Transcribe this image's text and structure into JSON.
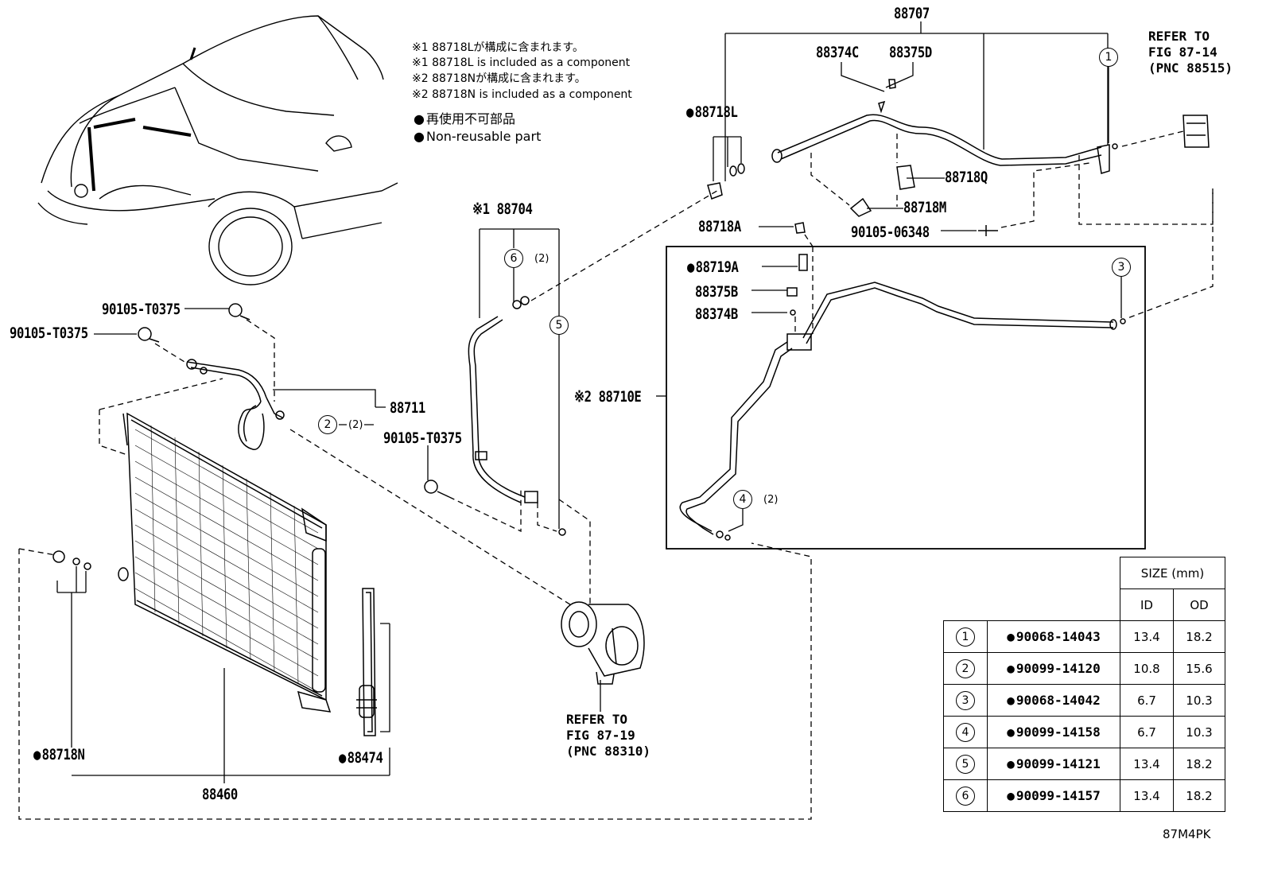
{
  "notes": {
    "n1_jp": "※1 88718Lが構成に含まれます。",
    "n1_en": "※1 88718L  is included as a component",
    "n2_jp": "※2 88718Nが構成に含まれます。",
    "n2_en": "※2 88718N is included as a component",
    "nonreuse_jp": "再使用不可部品",
    "nonreuse_en": "Non-reusable part"
  },
  "parts": {
    "p88707": "88707",
    "p88374C": "88374C",
    "p88375D": "88375D",
    "p88718L": "88718L",
    "p88718Q": "88718Q",
    "p88718M": "88718M",
    "p90105_06348": "90105-06348",
    "p88718A": "88718A",
    "p88719A": "88719A",
    "p88375B": "88375B",
    "p88374B": "88374B",
    "p88710E": "※2 88710E",
    "p88704": "※1 88704",
    "p90105_T0375_a": "90105-T0375",
    "p90105_T0375_b": "90105-T0375",
    "p90105_T0375_c": "90105-T0375",
    "p88711": "88711",
    "p88718N": "88718N",
    "p88474": "88474",
    "p88460": "88460"
  },
  "refs": {
    "fig87_14": [
      "REFER TO",
      "FIG 87-14",
      "(PNC 88515)"
    ],
    "fig87_19": [
      "REFER TO",
      "FIG 87-19",
      "(PNC 88310)"
    ]
  },
  "callouts": {
    "c1": "1",
    "c2": "2",
    "c3": "3",
    "c4": "4",
    "c5": "5",
    "c6": "6",
    "qty2": "(2)"
  },
  "size_table": {
    "header": "SIZE (mm)",
    "col_id": "ID",
    "col_od": "OD",
    "rows": [
      {
        "num": "1",
        "part": "90068-14043",
        "id": "13.4",
        "od": "18.2"
      },
      {
        "num": "2",
        "part": "90099-14120",
        "id": "10.8",
        "od": "15.6"
      },
      {
        "num": "3",
        "part": "90068-14042",
        "id": "6.7",
        "od": "10.3"
      },
      {
        "num": "4",
        "part": "90099-14158",
        "id": "6.7",
        "od": "10.3"
      },
      {
        "num": "5",
        "part": "90099-14121",
        "id": "13.4",
        "od": "18.2"
      },
      {
        "num": "6",
        "part": "90099-14157",
        "id": "13.4",
        "od": "18.2"
      }
    ]
  },
  "diagram_code": "87M4PK"
}
